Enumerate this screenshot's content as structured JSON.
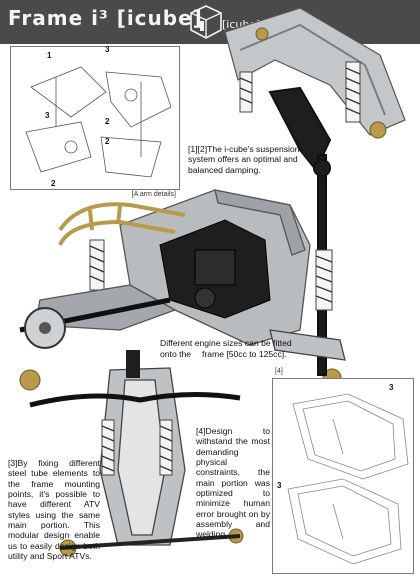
{
  "header": {
    "title": "Frame i³ [icube]",
    "logo_text": "[icube]",
    "logo_icon": "cube-logo-icon"
  },
  "inset_a": {
    "label": "[A arm details]",
    "callouts": [
      "1",
      "3",
      "3",
      "2",
      "2",
      "2"
    ]
  },
  "inset_4": {
    "label": "[4]",
    "callouts": [
      "3",
      "3"
    ]
  },
  "captions": {
    "suspension": "[1][2]The i-cube's suspension system offers an optimal and balanced damping.",
    "engine_line1": "Different engine sizes can be fitted",
    "engine_line2": "onto the",
    "engine_line3": "frame [50cc to 125cc].",
    "tubes": "[3]By fixing different steel tube elements to the frame mounting points, it's possible to have different ATV styles using the same main portion. This modular design enable us to easily design both utility and Sport ATVs.",
    "design": "[4]Design to withstand the most demanding physical constraints, the main portion was optimized to minimize human error brought on by assembly and welding."
  },
  "colors": {
    "header": "#4a4a4a",
    "frame_gray": "#b8bcbf",
    "engine_black": "#1e1e1e",
    "spring_white": "#f2f2f2",
    "brass": "#b79b4a"
  }
}
